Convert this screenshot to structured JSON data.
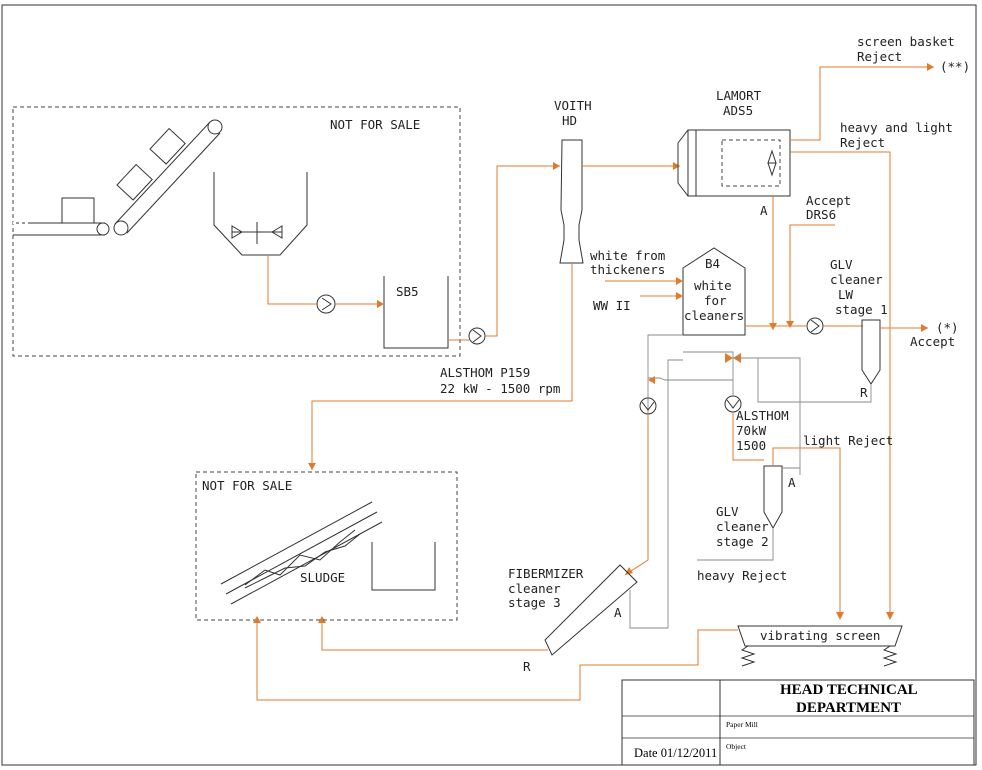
{
  "zones": {
    "zone1_label": "NOT FOR SALE",
    "zone2_label": "NOT FOR SALE"
  },
  "equipment": {
    "sb5": "SB5",
    "voith_line1": "VOITH",
    "voith_line2": "HD",
    "lamort_line1": "LAMORT",
    "lamort_line2": "ADS5",
    "lamort_accept_tag": "A",
    "b4_line1": "B4",
    "b4_line2": "white",
    "b4_line3": "for",
    "b4_line4": "cleaners",
    "alsthom_p159_line1": "ALSTHOM P159",
    "alsthom_p159_line2": "22 kW - 1500 rpm",
    "alsthom70_line1": "ALSTHOM",
    "alsthom70_line2": "70kW",
    "alsthom70_line3": "1500",
    "glv1_line1": "GLV",
    "glv1_line2": "cleaner",
    "glv1_line3": "LW",
    "glv1_line4": "stage 1",
    "glv1_reject_tag": "R",
    "glv2_line1": "GLV",
    "glv2_line2": "cleaner",
    "glv2_line3": "stage 2",
    "glv2_accept_tag": "A",
    "fibermizer_line1": "FIBERMIZER",
    "fibermizer_line2": "cleaner",
    "fibermizer_line3": "stage 3",
    "fibermizer_accept_tag": "A",
    "fibermizer_reject_tag": "R",
    "sludge": "SLUDGE",
    "vibrating_screen": "vibrating screen"
  },
  "streams": {
    "screen_basket_line1": "screen basket",
    "screen_basket_line2": "Reject",
    "screen_basket_ref": "(**)",
    "heavy_light_line1": "heavy and light",
    "heavy_light_line2": "Reject",
    "accept_drs6_line1": "Accept",
    "accept_drs6_line2": "DRS6",
    "white_thickeners_line1": "white from",
    "white_thickeners_line2": "thickeners",
    "ww2": "WW II",
    "accept_out_ref": "(*)",
    "accept_out": "Accept",
    "light_reject": "light Reject",
    "heavy_reject": "heavy Reject"
  },
  "title_block": {
    "title_line1": "HEAD TECHNICAL",
    "title_line2": "DEPARTMENT",
    "paper_mill": "Paper Mill",
    "object": "Object",
    "date": "Date 01/12/2011"
  },
  "colors": {
    "pipe": "#E07B2E",
    "equipment": "#333333",
    "secondary_pipe": "#8a8a8a"
  }
}
